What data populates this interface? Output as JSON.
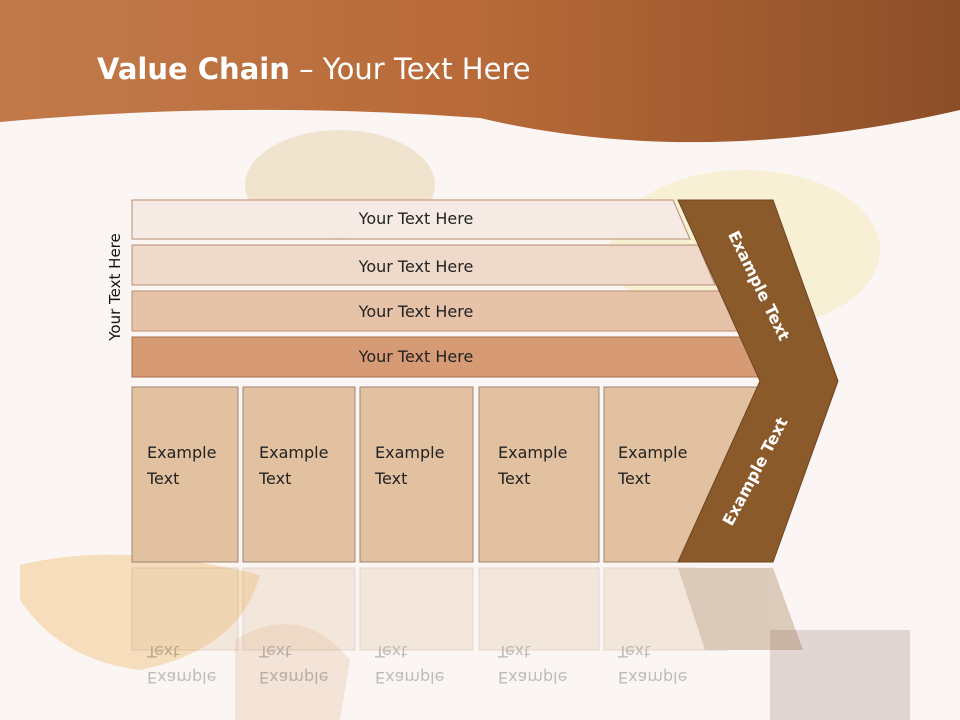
{
  "slide": {
    "title_bold": "Value Chain",
    "title_rest": " – Your Text Here",
    "side_label": "Your Text Here"
  },
  "support_rows": [
    "Your Text Here",
    "Your Text Here",
    "Your Text Here",
    "Your Text Here"
  ],
  "primary_boxes": [
    [
      "Example",
      "Text"
    ],
    [
      "Example",
      "Text"
    ],
    [
      "Example",
      "Text"
    ],
    [
      "Example",
      "Text"
    ],
    [
      "Example",
      "Text"
    ]
  ],
  "arrow_labels": [
    "Example Text",
    "Example Text"
  ],
  "colors": {
    "header": "#b8693a",
    "arrow": "#8b5a2b",
    "row1": "#f6ebe4",
    "row2": "#efd9ca",
    "row3": "#e6c2a9",
    "row4": "#d69b74",
    "box": "#e2c1a0"
  }
}
